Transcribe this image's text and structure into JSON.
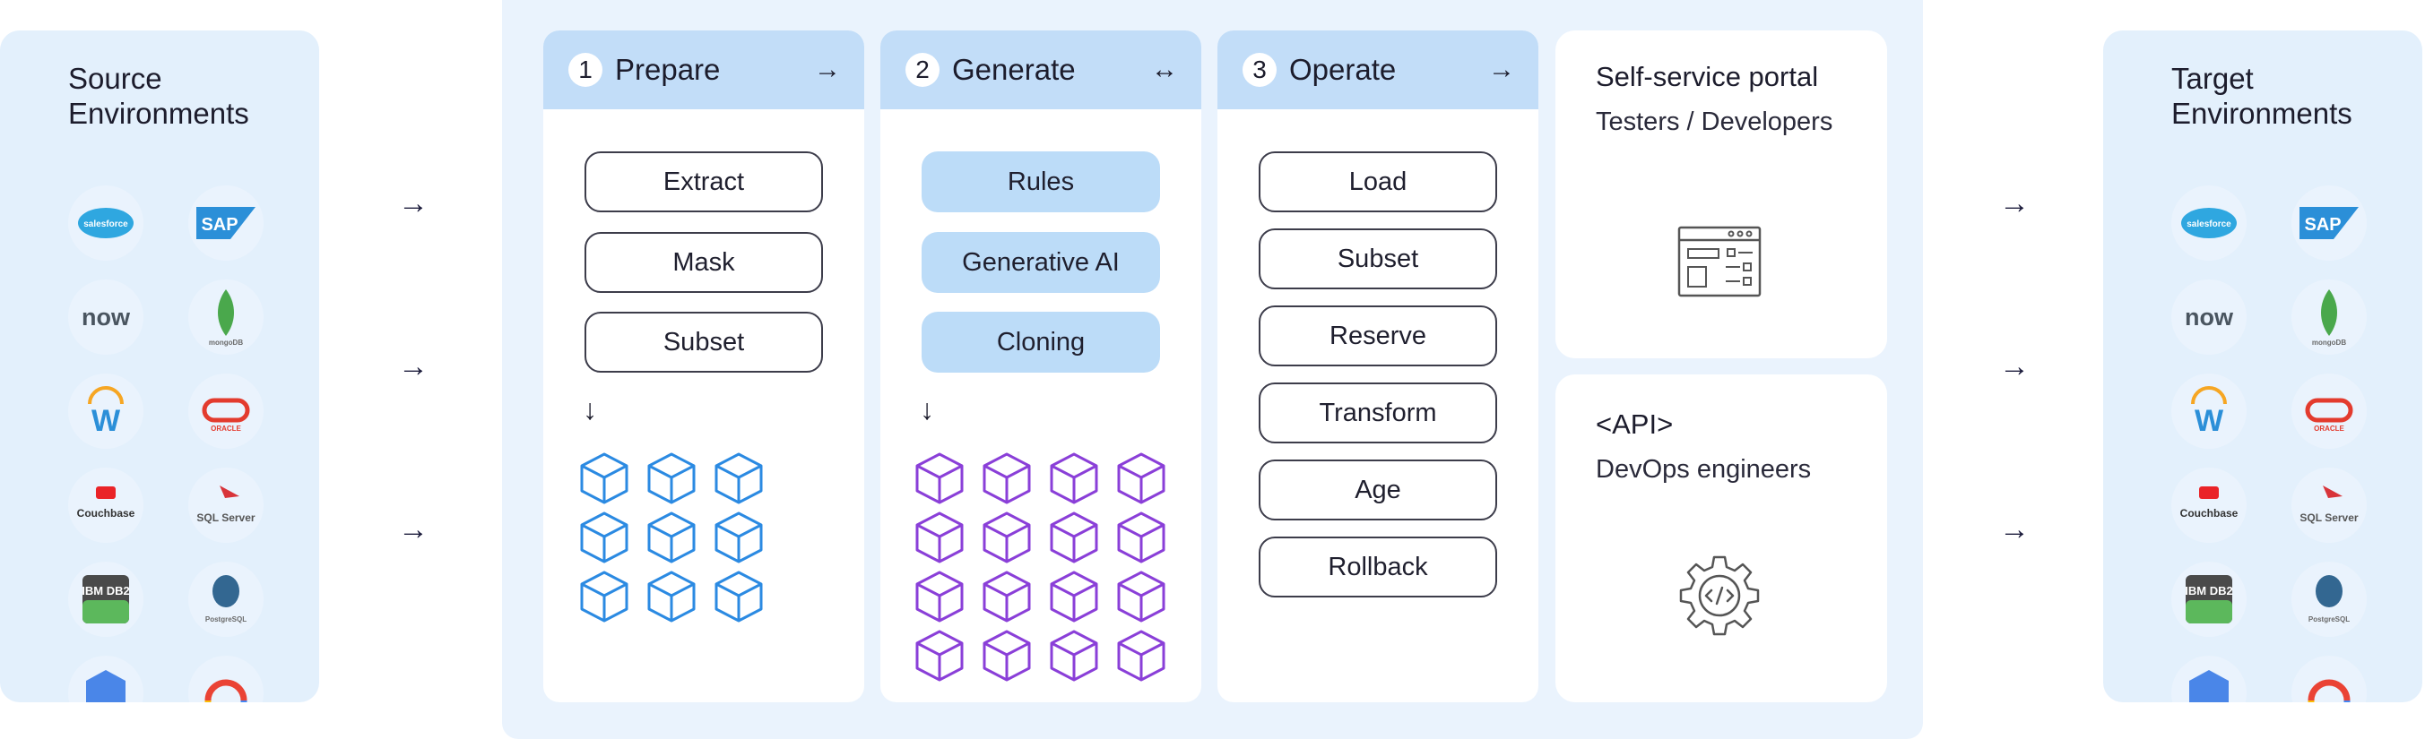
{
  "source": {
    "title_line1": "Source",
    "title_line2": "Environments",
    "logos": [
      "salesforce",
      "SAP",
      "now",
      "mongoDB",
      "W",
      "ORACLE",
      "Couchbase",
      "SQL Server",
      "IBM DB2",
      "PostgreSQL"
    ]
  },
  "target": {
    "title_line1": "Target",
    "title_line2": "Environments",
    "logos": [
      "salesforce",
      "SAP",
      "now",
      "mongoDB",
      "W",
      "ORACLE",
      "Couchbase",
      "SQL Server",
      "IBM DB2",
      "PostgreSQL"
    ]
  },
  "flow_arrow": "→",
  "steps": [
    {
      "num": "1",
      "title": "Prepare",
      "arrow": "→",
      "items": [
        "Extract",
        "Mask",
        "Subset"
      ],
      "down_arrow": "↓"
    },
    {
      "num": "2",
      "title": "Generate",
      "arrow": "↔",
      "items": [
        "Rules",
        "Generative AI",
        "Cloning"
      ],
      "down_arrow": "↓"
    },
    {
      "num": "3",
      "title": "Operate",
      "arrow": "→",
      "items": [
        "Load",
        "Subset",
        "Reserve",
        "Transform",
        "Age",
        "Rollback"
      ]
    }
  ],
  "portal": {
    "title": "Self-service portal",
    "subtitle": "Testers / Developers"
  },
  "api": {
    "title": "<API>",
    "subtitle": "DevOps engineers"
  },
  "colors": {
    "panel_bg": "#eaf3fd",
    "header_bg": "#c2ddf8",
    "prepare_cube": "#2b8ae2",
    "generate_cube": "#8a3fd8",
    "filled_pill": "#bcdcf8"
  }
}
